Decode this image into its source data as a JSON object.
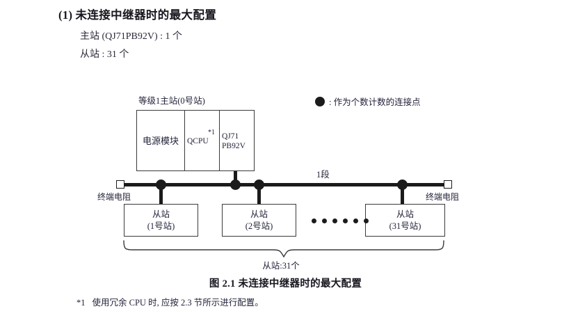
{
  "heading": {
    "number": "(1)",
    "title": "未连接中继器时的最大配置"
  },
  "spec_lines": [
    "主站 (QJ71PB92V) : 1 个",
    "从站 : 31 个"
  ],
  "legend": {
    "symbol": "●",
    "text": ": 作为个数计数的连接点"
  },
  "diagram": {
    "master_title": "等级1主站(0号站)",
    "rack": {
      "power_module": "电源模块",
      "cpu": "QCPU",
      "cpu_footnote_mark": "*1",
      "network_line1": "QJ71",
      "network_line2": "PB92V"
    },
    "segment_label": "1段",
    "terminator_left": "终端电阻",
    "terminator_right": "终端电阻",
    "slaves": [
      {
        "name": "从站",
        "station": "(1号站)"
      },
      {
        "name": "从站",
        "station": "(2号站)"
      },
      {
        "name": "从站",
        "station": "(31号站)"
      }
    ],
    "ellipsis_count": 6,
    "brace_caption": "从站:31个"
  },
  "figure_caption": "图 2.1  未连接中继器时的最大配置",
  "footnote": {
    "mark": "*1",
    "text": "使用冗余 CPU 时, 应按 2.3 节所示进行配置。"
  },
  "colors": {
    "ink": "#1b1b1b",
    "text": "#23233a",
    "heading": "#17171f",
    "paper": "#ffffff"
  }
}
